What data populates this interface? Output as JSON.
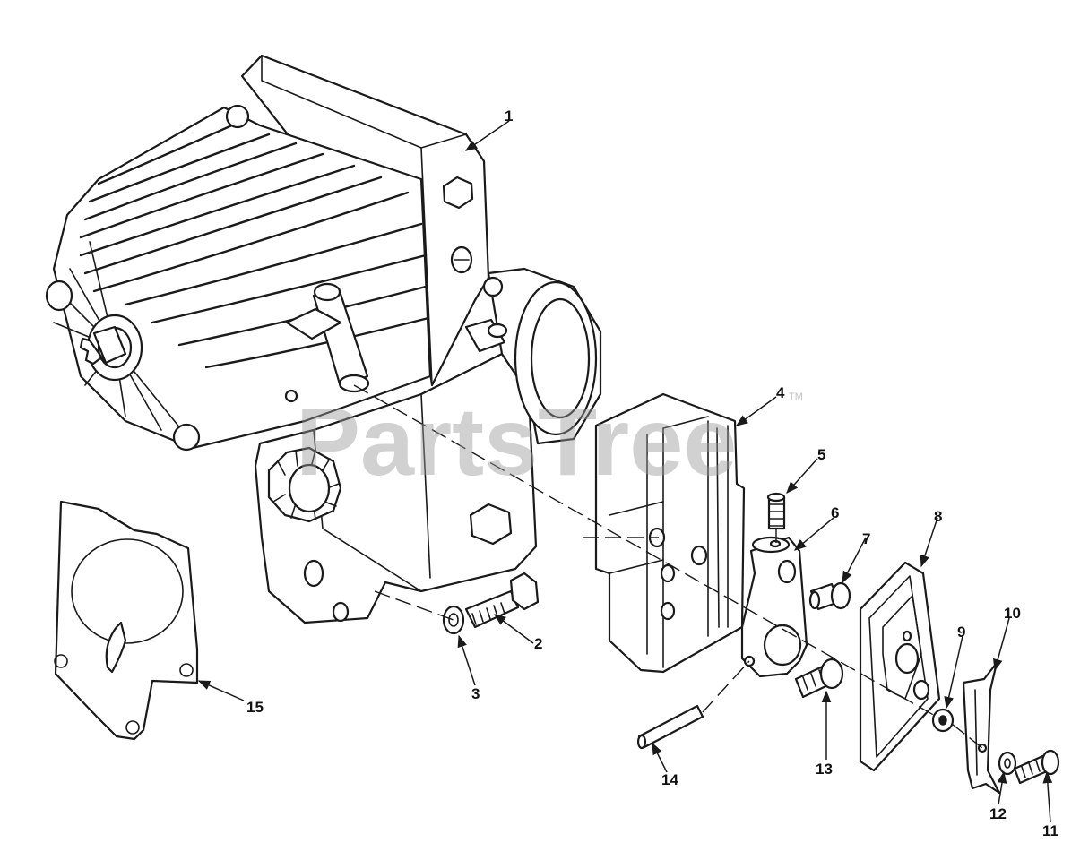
{
  "watermark": {
    "text": "PartsTree",
    "trademark": "TM"
  },
  "callouts": {
    "c1": "1",
    "c2": "2",
    "c3": "3",
    "c4": "4",
    "c5": "5",
    "c6": "6",
    "c7": "7",
    "c8": "8",
    "c9": "9",
    "c10": "10",
    "c11": "11",
    "c12": "12",
    "c13": "13",
    "c14": "14",
    "c15": "15"
  },
  "colors": {
    "line": "#1a1a1a",
    "watermark": "#9a9a9a",
    "background": "#ffffff"
  }
}
